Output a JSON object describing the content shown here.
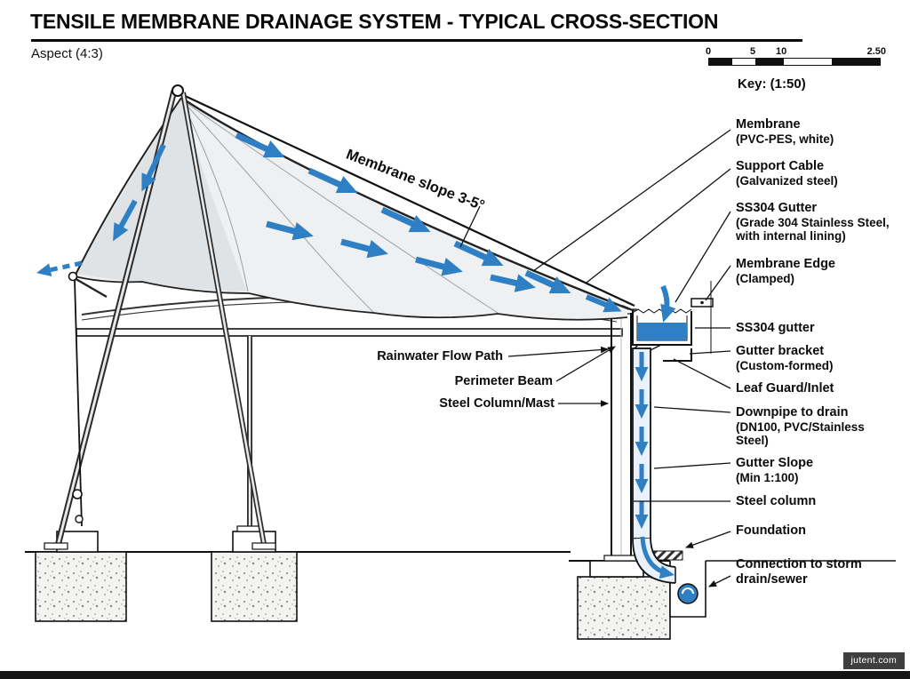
{
  "header": {
    "title": "TENSILE MEMBRANE DRAINAGE SYSTEM - TYPICAL CROSS-SECTION",
    "aspect": "Aspect (4:3)"
  },
  "scale": {
    "ticks": [
      "0",
      "5",
      "10",
      "2.50"
    ],
    "key": "Key: (1:50)"
  },
  "annotations": {
    "membrane_slope": "Membrane slope 3-5°",
    "rainwater_flow_path": "Rainwater Flow Path",
    "perimeter_beam": "Perimeter Beam",
    "steel_column_mast": "Steel Column/Mast"
  },
  "callouts": [
    {
      "head": "Membrane",
      "sub": "(PVC-PES, white)"
    },
    {
      "head": "Support Cable",
      "sub": "(Galvanized steel)"
    },
    {
      "head": "SS304 Gutter",
      "sub": "(Grade 304 Stainless Steel,\nwith internal lining)"
    },
    {
      "head": "Membrane Edge",
      "sub": "(Clamped)"
    },
    {
      "head": "SS304 gutter",
      "sub": ""
    },
    {
      "head": "Gutter bracket",
      "sub": "(Custom-formed)"
    },
    {
      "head": "Leaf Guard/Inlet",
      "sub": ""
    },
    {
      "head": "Downpipe to drain",
      "sub": "(DN100, PVC/Stainless\nSteel)"
    },
    {
      "head": "Gutter Slope",
      "sub": "(Min 1:100)"
    },
    {
      "head": "Steel column",
      "sub": ""
    },
    {
      "head": "Foundation",
      "sub": ""
    },
    {
      "head": "Connection to storm\ndrain/sewer",
      "sub": ""
    }
  ],
  "colors": {
    "flow_blue": "#2e7fc4",
    "ink": "#111111",
    "membrane_fill": "#eef0f1",
    "membrane_shade": "#dde0e3",
    "pipe_fill": "#e9f2fa",
    "watermark_bg": "#3f3f3f",
    "footer_strip": "#141414"
  },
  "watermark": "jutent.com"
}
